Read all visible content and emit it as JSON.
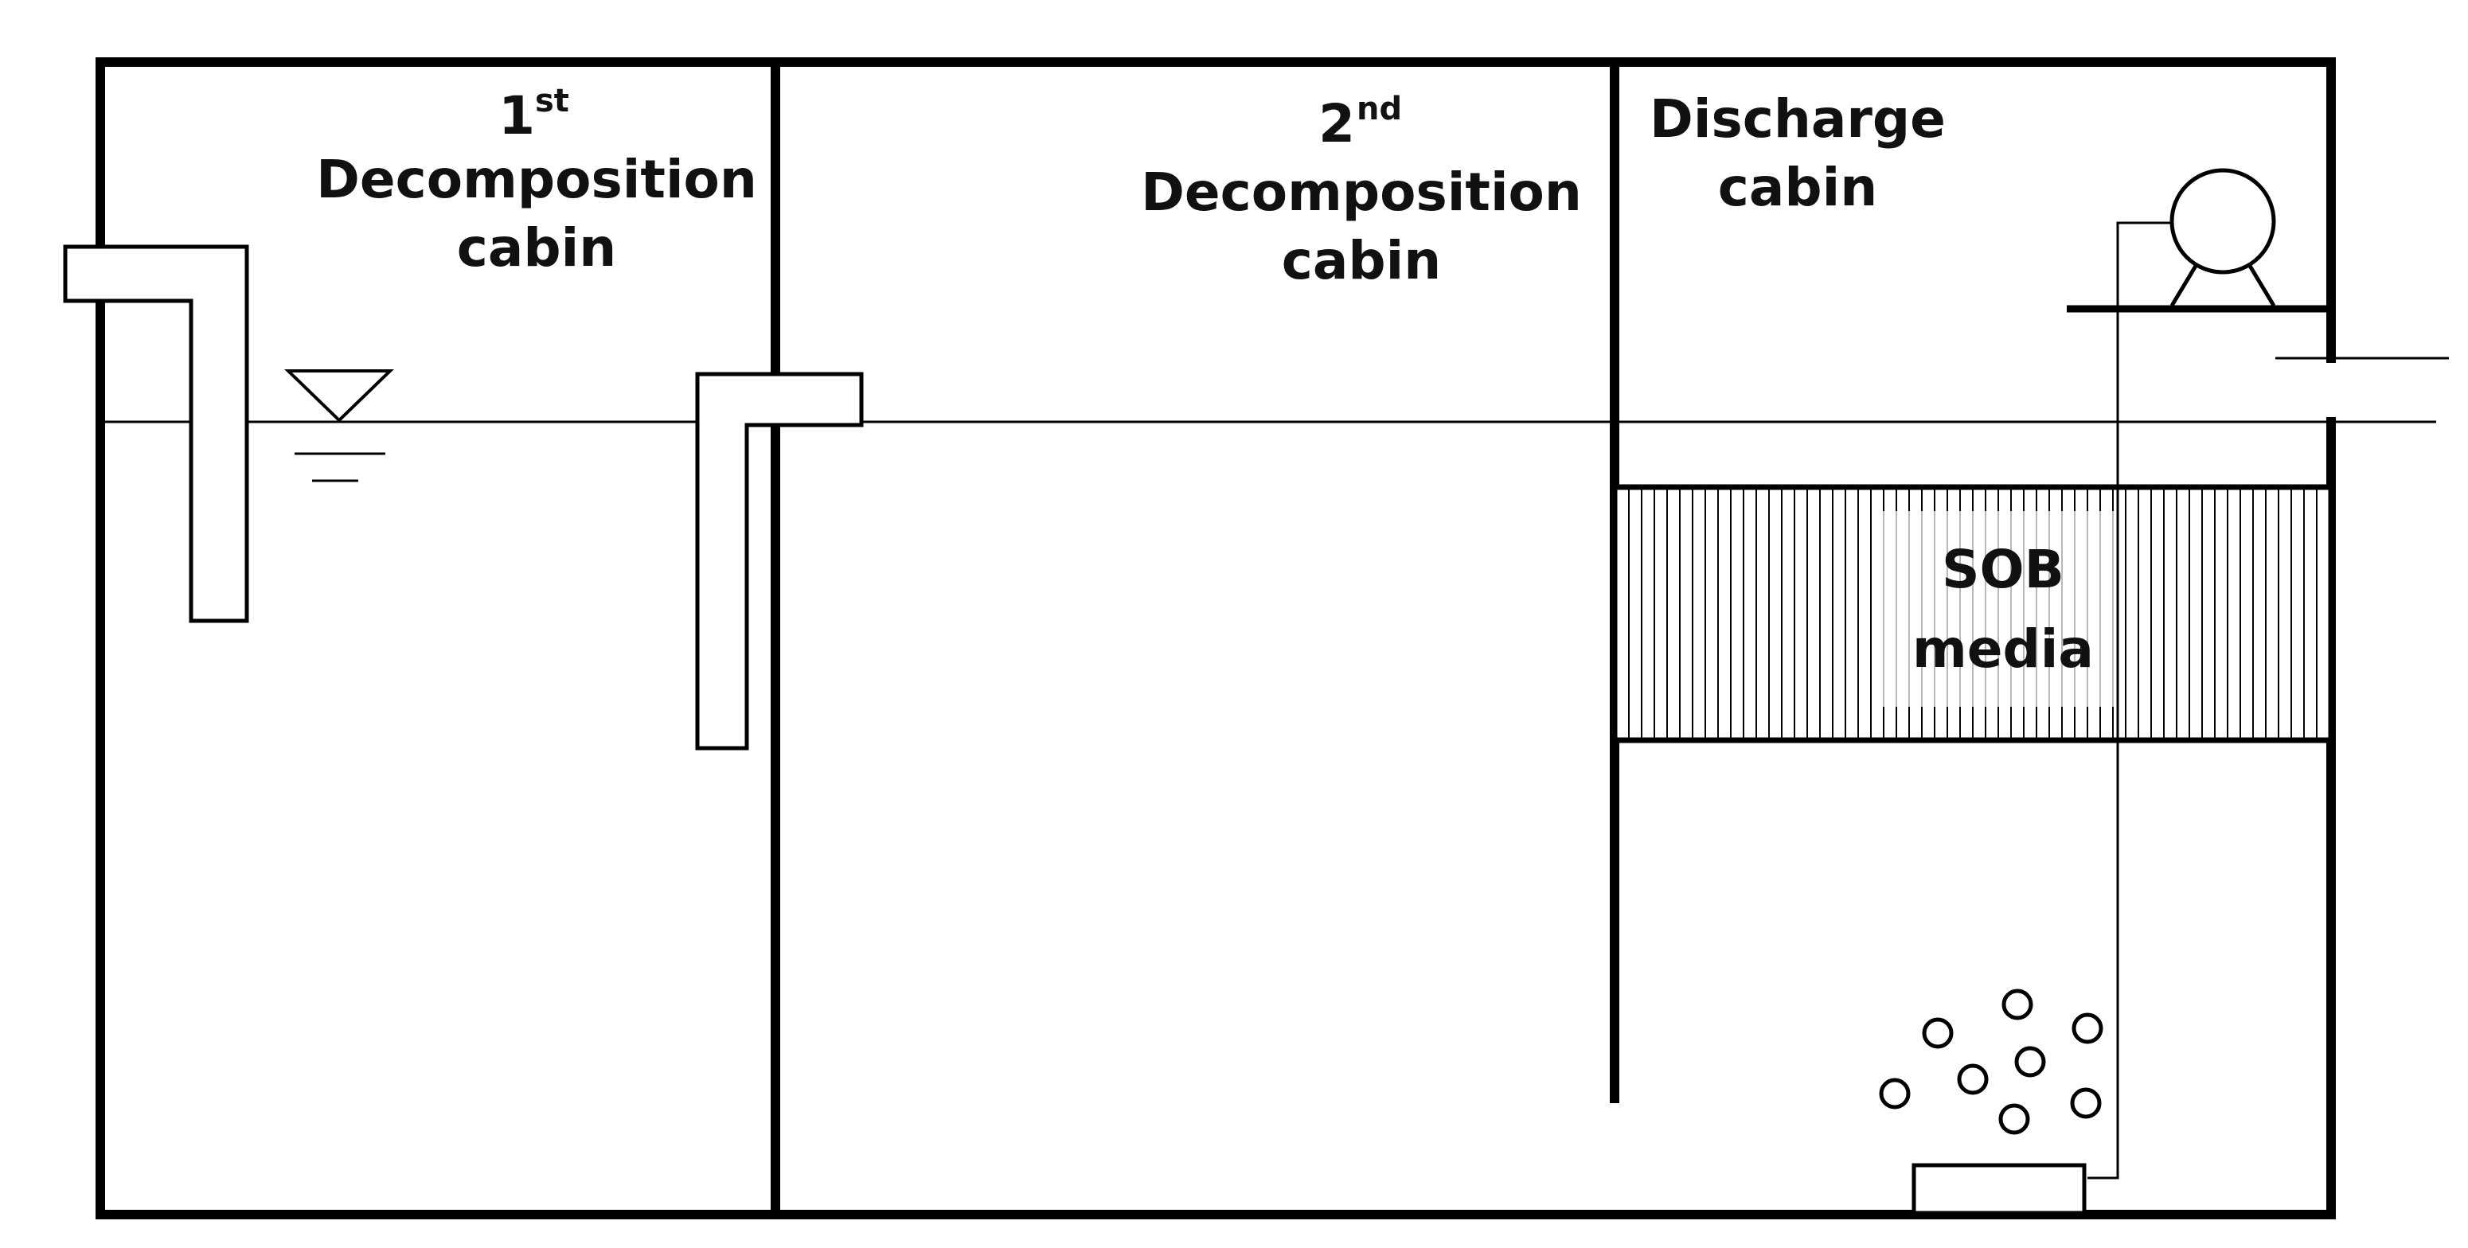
{
  "cabins": {
    "first": {
      "number": "1",
      "suffix": "st",
      "line1": "Decomposition",
      "line2": "cabin"
    },
    "second": {
      "number": "2",
      "suffix": "nd",
      "line1": "Decomposition",
      "line2": "cabin"
    },
    "discharge": {
      "line1": "Discharge",
      "line2": "cabin"
    }
  },
  "media": {
    "line1": "SOB",
    "line2": "media"
  },
  "colors": {
    "stroke": "#000000",
    "background": "#ffffff"
  }
}
